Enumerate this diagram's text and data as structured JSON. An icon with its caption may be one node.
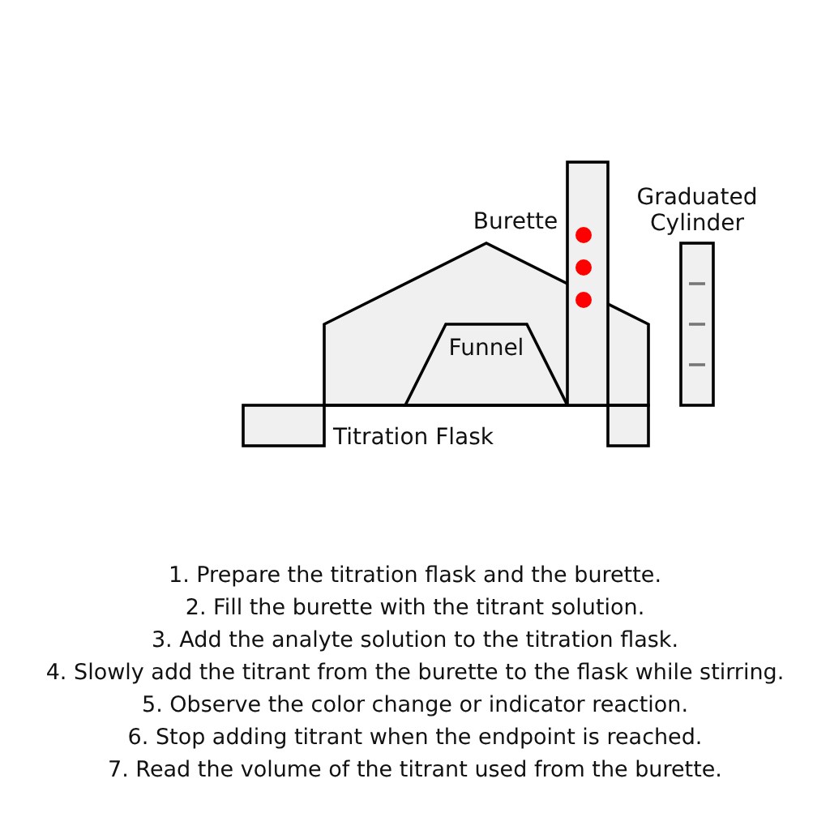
{
  "diagram": {
    "labels": [
      "Burette",
      "Graduated Cylinder",
      "Funnel",
      "Titration Flask",
      "1. Prepare the titration flask and the burette.",
      "2. Fill the burette with the titrant solution.",
      "3. Add the analyte solution to the titration flask.",
      "4. Slowly add the titrant from the burette to the flask while stirring.",
      "5. Observe the color change or indicator reaction.",
      "6. Stop adding titrant when the endpoint is reached.",
      "7. Read the volume of the titrant used from the burette."
    ]
  }
}
